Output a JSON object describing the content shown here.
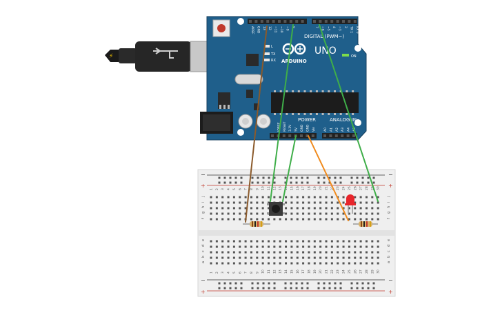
{
  "arduino": {
    "brand_label": "ARDUINO",
    "model_label": "UNO",
    "digital_label": "DIGITAL (PWM~)",
    "analog_label": "ANALOG IN",
    "power_label": "POWER",
    "on_label": "ON",
    "tx_label": "TX",
    "rx_label": "RX",
    "l_label": "L",
    "top_pins": [
      "AREF",
      "GND",
      "13",
      "12",
      "~11",
      "~10",
      "~9",
      "8",
      "7",
      "~6",
      "~5",
      "4",
      "~3",
      "2",
      "TX 1",
      "RX 0"
    ],
    "power_pins": [
      "IOREF",
      "RESET",
      "3.3V",
      "5V",
      "GND",
      "GND",
      "Vin"
    ],
    "analog_pins": [
      "A0",
      "A1",
      "A2",
      "A3",
      "A4",
      "A5"
    ],
    "board_color": "#1f5f8b"
  },
  "breadboard": {
    "rail_minus": "−",
    "rail_plus": "+",
    "row_letters_top": [
      "j",
      "i",
      "h",
      "g",
      "f"
    ],
    "row_letters_bottom": [
      "e",
      "d",
      "c",
      "b",
      "a"
    ],
    "column_numbers": [
      "1",
      "2",
      "3",
      "4",
      "5",
      "6",
      "7",
      "8",
      "9",
      "10",
      "11",
      "12",
      "13",
      "14",
      "15",
      "16",
      "17",
      "18",
      "19",
      "20",
      "21",
      "22",
      "23",
      "24",
      "25",
      "26",
      "27",
      "28",
      "29",
      "30"
    ]
  },
  "wires": [
    {
      "name": "wire-brown",
      "color": "#8b5a2b"
    },
    {
      "name": "wire-green-1",
      "color": "#3fae49"
    },
    {
      "name": "wire-green-2",
      "color": "#3fae49"
    },
    {
      "name": "wire-orange",
      "color": "#f08a1c"
    },
    {
      "name": "wire-green-3",
      "color": "#3fae49"
    }
  ],
  "components": {
    "led_color": "#e8262c",
    "resistor_color": "#d9b26a"
  }
}
